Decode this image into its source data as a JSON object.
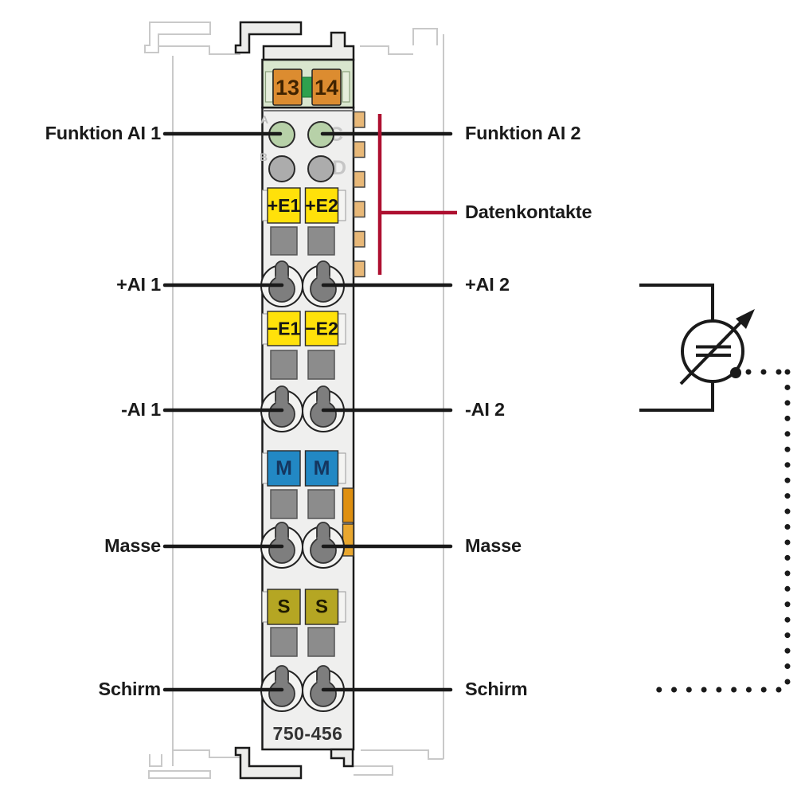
{
  "module": {
    "model": "750-456",
    "power_terminals": [
      "13",
      "14"
    ],
    "led_labels": {
      "a": "A",
      "b": "B",
      "c": "C",
      "d": "D"
    },
    "terminal_markers": {
      "e1_plus": "+E1",
      "e2_plus": "+E2",
      "e1_minus": "−E1",
      "e2_minus": "−E2",
      "m1": "M",
      "m2": "M",
      "s1": "S",
      "s2": "S"
    }
  },
  "annotations": {
    "left": {
      "funktion": "Funktion AI 1",
      "ai_plus": "+AI 1",
      "ai_minus": "-AI 1",
      "masse": "Masse",
      "schirm": "Schirm"
    },
    "right": {
      "funktion": "Funktion AI 2",
      "datenkontakte": "Datenkontakte",
      "ai_plus": "+AI 2",
      "ai_minus": "-AI 2",
      "masse": "Masse",
      "schirm": "Schirm"
    }
  },
  "colors": {
    "terminal_orange": "#DC8C30",
    "coupler_green": "#2EA14E",
    "band_green": "#D9E6CE",
    "marker_yellow": "#FFE10A",
    "marker_blue": "#2288C4",
    "marker_olive": "#B5A623",
    "led_green": "#B7D1A8",
    "led_gray": "#ACACAC",
    "contact_tan": "#E8B878",
    "jumper_orange": "#DE8F10",
    "jumper_orange_light": "#E9A72E",
    "bracket_red": "#AE1030",
    "line_black": "#1A1A1A",
    "ghost_gray": "#C9C9C9"
  }
}
